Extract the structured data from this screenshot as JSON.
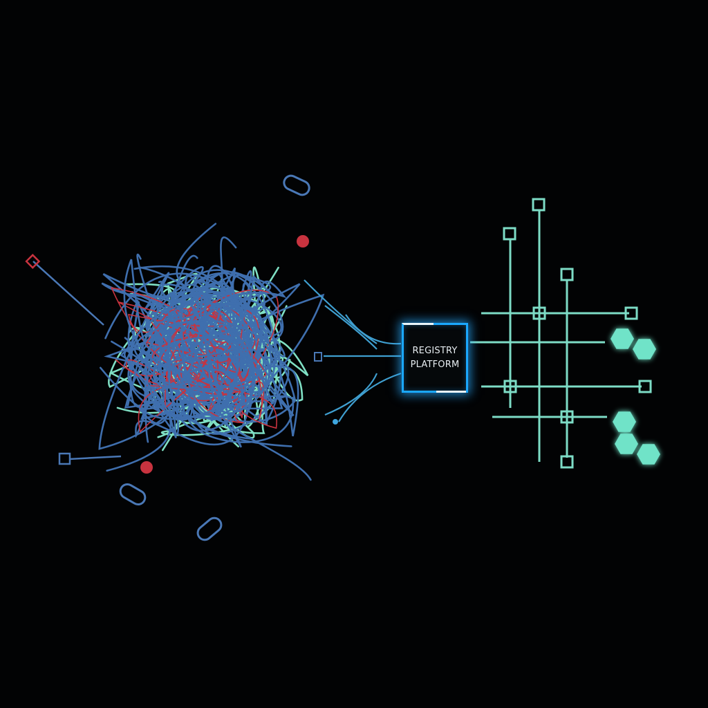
{
  "diagram": {
    "hub_label_line1": "REGISTRY",
    "hub_label_line2": "PLATFORM",
    "left_side": "tangled-network",
    "right_side": "structured-grid",
    "icons": [
      "diamond-node-icon",
      "square-node-icon",
      "capsule-node-icon",
      "hexagon-cluster-icon"
    ],
    "colors": {
      "background": "#020304",
      "tangle_blue": "#3f6fae",
      "tangle_green": "#7fe0c4",
      "tangle_red": "#c8333f",
      "hub_glow": "#1ba8ff",
      "grid_teal": "#7ddcc6",
      "hexagon": "#6fe3c8"
    }
  }
}
